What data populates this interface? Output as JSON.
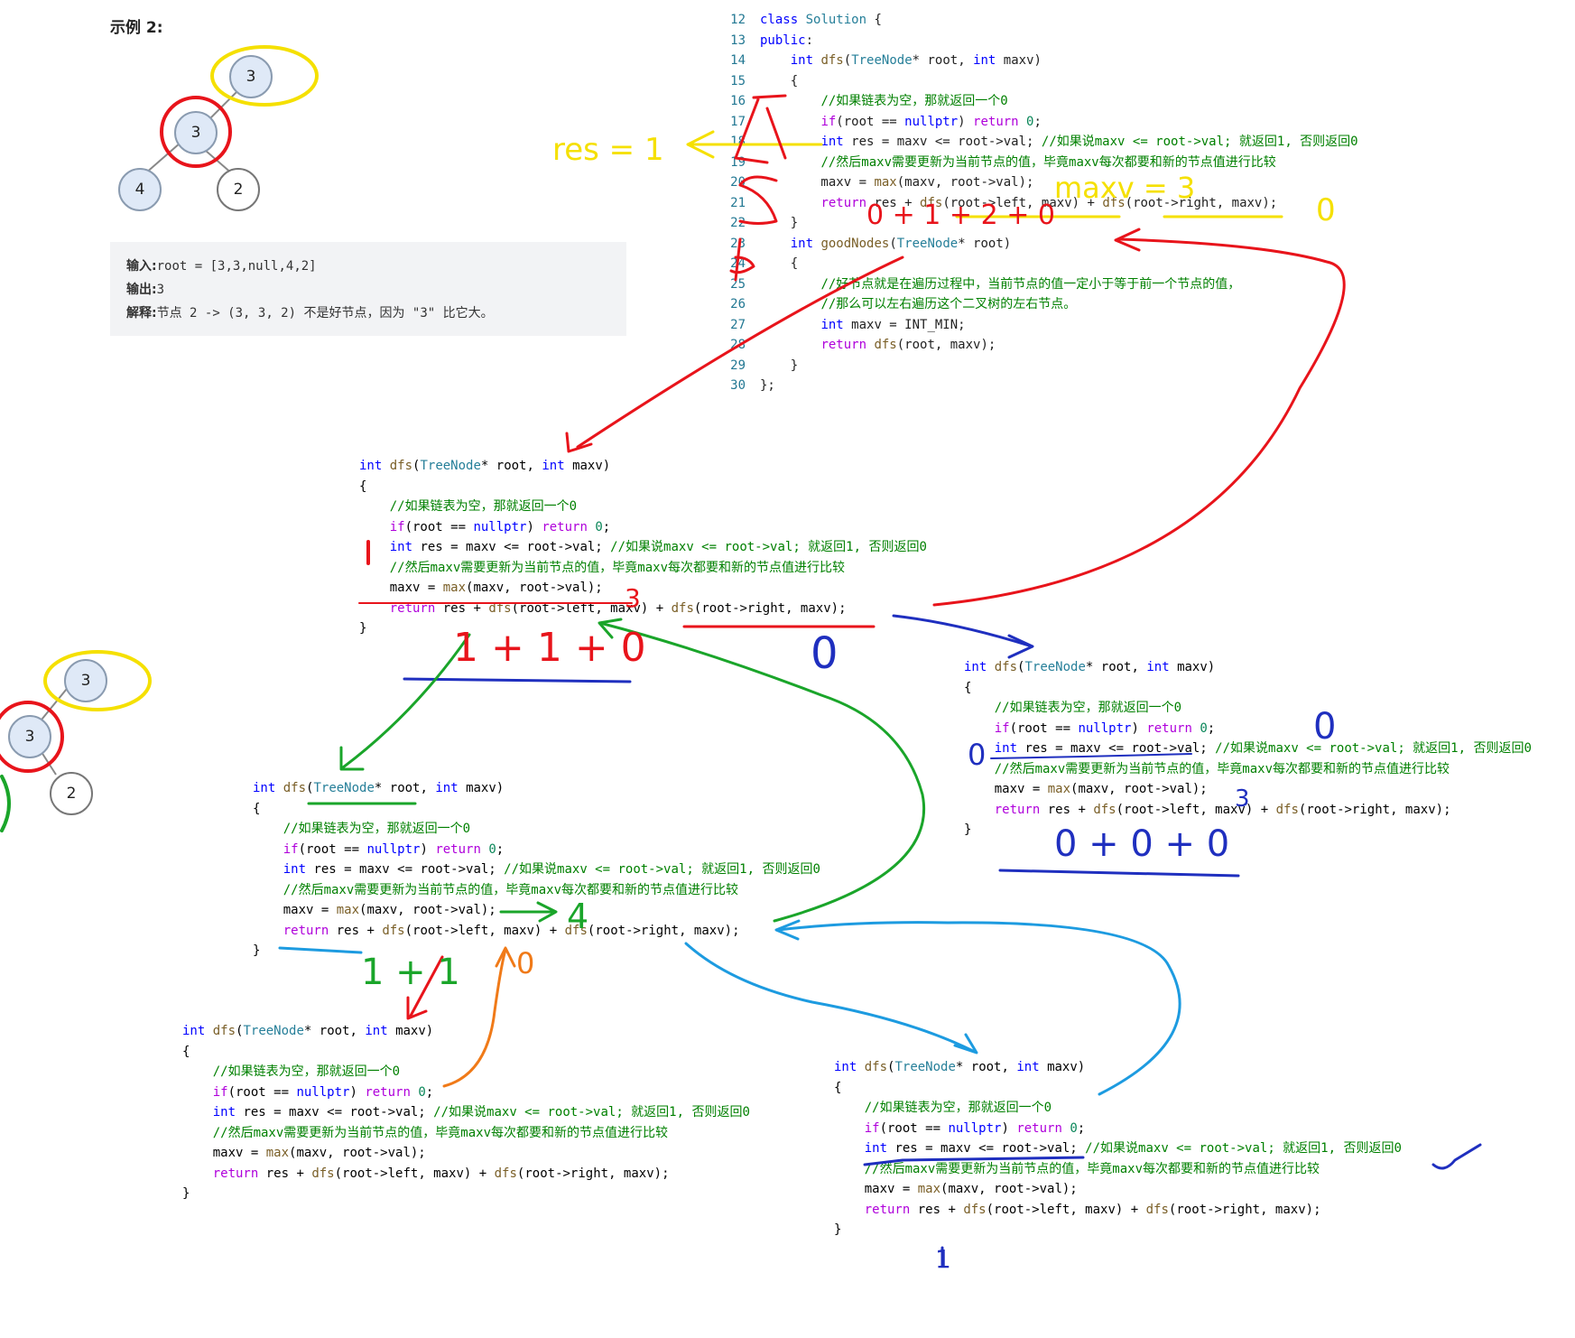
{
  "example_title": "示例 2:",
  "tree_top": {
    "root": "3",
    "mid": "3",
    "left": "4",
    "right": "2"
  },
  "tree_side": {
    "root": "3",
    "mid": "3",
    "right": "2"
  },
  "info": {
    "input_label": "输入:",
    "input_value": "root = [3,3,null,4,2]",
    "output_label": "输出:",
    "output_value": "3",
    "explain_label": "解释:",
    "explain_value": "节点 2 -> (3, 3, 2) 不是好节点，因为 \"3\" 比它大。"
  },
  "main_code": {
    "lines": [
      {
        "n": "12",
        "t": "class Solution {"
      },
      {
        "n": "13",
        "t": "public:"
      },
      {
        "n": "14",
        "t": "    int dfs(TreeNode* root, int maxv)"
      },
      {
        "n": "15",
        "t": "    {"
      },
      {
        "n": "16",
        "t": "        //如果链表为空，那就返回一个0"
      },
      {
        "n": "17",
        "t": "        if(root == nullptr) return 0;"
      },
      {
        "n": "18",
        "t": "        int res = maxv <= root->val; //如果说maxv <= root->val; 就返回1, 否则返回0"
      },
      {
        "n": "19",
        "t": "        //然后maxv需要更新为当前节点的值，毕竟maxv每次都要和新的节点值进行比较"
      },
      {
        "n": "20",
        "t": "        maxv = max(maxv, root->val);"
      },
      {
        "n": "21",
        "t": "        return res + dfs(root->left, maxv) + dfs(root->right, maxv);"
      },
      {
        "n": "22",
        "t": "    }"
      },
      {
        "n": "23",
        "t": "    int goodNodes(TreeNode* root)"
      },
      {
        "n": "24",
        "t": "    {"
      },
      {
        "n": "25",
        "t": "        //好节点就是在遍历过程中，当前节点的值一定小于等于前一个节点的值，"
      },
      {
        "n": "26",
        "t": "        //那么可以左右遍历这个二叉树的左右节点。"
      },
      {
        "n": "27",
        "t": "        int maxv = INT_MIN;"
      },
      {
        "n": "28",
        "t": "        return dfs(root, maxv);"
      },
      {
        "n": "29",
        "t": "    }"
      },
      {
        "n": "30",
        "t": "};"
      }
    ]
  },
  "dfs_block": {
    "sig": "int dfs(TreeNode* root, int maxv)",
    "open": "{",
    "c1": "//如果链表为空，那就返回一个0",
    "l1": "if(root == nullptr) return 0;",
    "l2": "int res = maxv <= root->val; //如果说maxv <= root->val; 就返回1, 否则返回0",
    "c2": "//然后maxv需要更新为当前节点的值，毕竟maxv每次都要和新的节点值进行比较",
    "l3": "maxv = max(maxv, root->val);",
    "l4": "return res + dfs(root->left, maxv) + dfs(root->right, maxv);",
    "close": "}"
  },
  "annotations": {
    "res_eq": "res = 1",
    "maxv_eq": "maxv = 3",
    "top_sum": "0 + 1 + 2 + 0",
    "right_zero": "0",
    "mid_sum": "1 + 1 + 0",
    "mid_three": "3",
    "mid_zero": "0",
    "right_block_sum": "0 + 0 + 0",
    "right_block_zero1": "0",
    "right_block_zero2": "0",
    "right_block_three": "3",
    "left_block_four": "4",
    "left_block_sum": "1 + 1",
    "left_block_zero": "0",
    "bottom_one": "1",
    "colors": {
      "red": "#e8141b",
      "yellow": "#f5e000",
      "blue": "#1f2fbf",
      "green": "#1aa52a",
      "orange": "#f07a18",
      "cyan": "#1d9be0"
    }
  }
}
